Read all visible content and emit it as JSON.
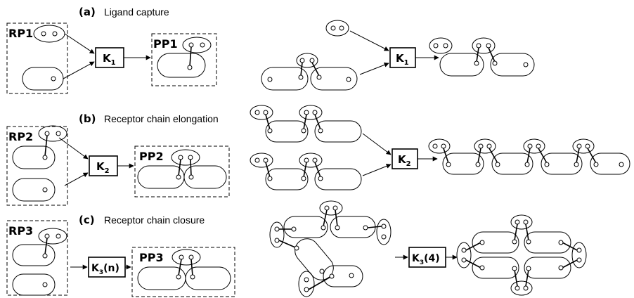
{
  "panels": {
    "a": {
      "tag": "(a)",
      "title": "Ligand capture",
      "reactant": "RP1",
      "product": "PP1",
      "rate": "K",
      "rate_sub": "1",
      "rate_suffix": ""
    },
    "b": {
      "tag": "(b)",
      "title": "Receptor chain elongation",
      "reactant": "RP2",
      "product": "PP2",
      "rate": "K",
      "rate_sub": "2",
      "rate_suffix": ""
    },
    "c": {
      "tag": "(c)",
      "title": "Receptor chain closure",
      "reactant": "RP3",
      "product": "PP3",
      "rate": "K",
      "rate_sub": "3",
      "rate_suffix": "(n)"
    }
  },
  "examples": {
    "a": {
      "rate": "K",
      "rate_sub": "1",
      "rate_suffix": ""
    },
    "b": {
      "rate": "K",
      "rate_sub": "2",
      "rate_suffix": ""
    },
    "c": {
      "rate": "K",
      "rate_sub": "3",
      "rate_suffix": "(4)"
    }
  },
  "colors": {
    "stroke": "#000000",
    "background": "#ffffff"
  }
}
